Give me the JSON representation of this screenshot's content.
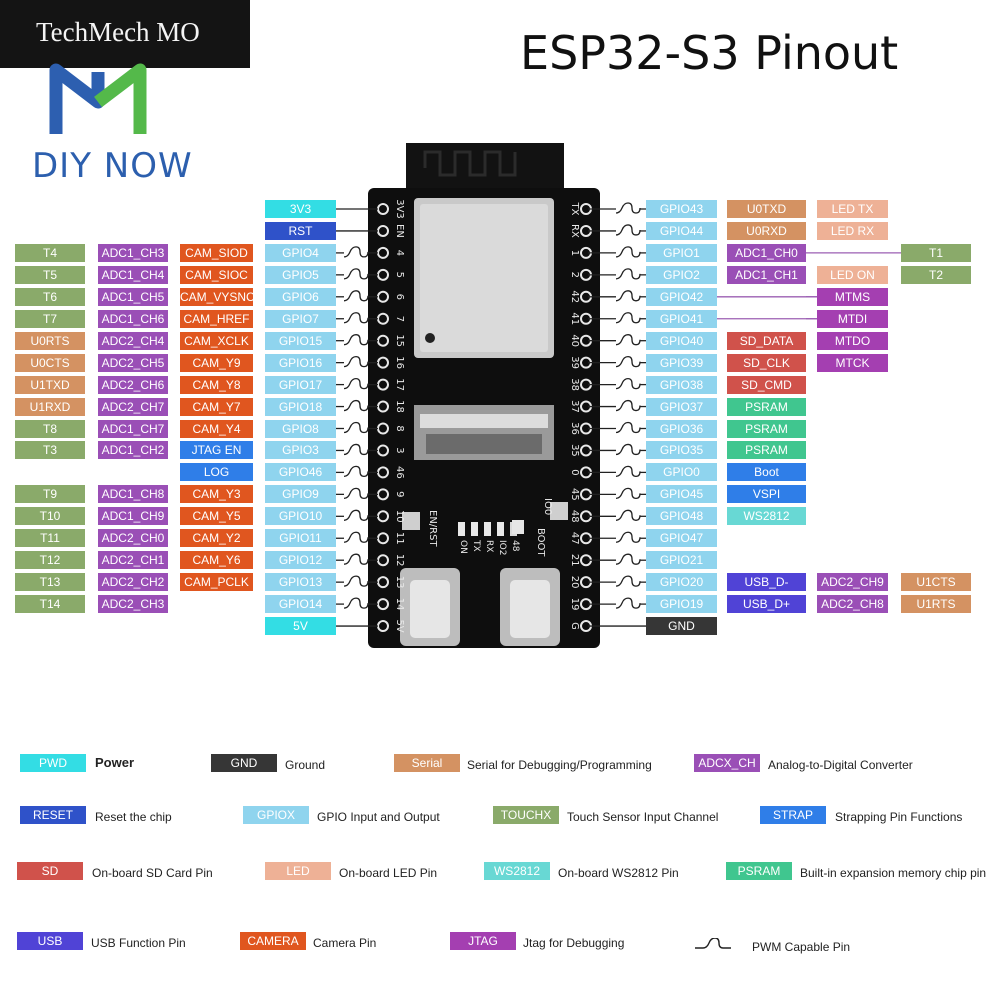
{
  "watermark": "TechMech MO",
  "brand": "DIY NOW",
  "title": "ESP32-S3 Pinout",
  "colors": {
    "power": "#33dde4",
    "reset": "#2f52c9",
    "gpio": "#8fd4ee",
    "touch": "#8aaa6a",
    "adc": "#9a4fb6",
    "camera": "#e0561f",
    "serial": "#d49262",
    "strap": "#2f7ee8",
    "led": "#eeb196",
    "psram": "#40c68f",
    "ws2812": "#68d8d4",
    "usb": "#5043d6",
    "jtag": "#a43fb1",
    "gnd": "#363636",
    "sd": "#d0524b",
    "board": "#111111"
  },
  "board_labels": {
    "left": [
      "3V3",
      "EN",
      "4",
      "5",
      "6",
      "7",
      "15",
      "16",
      "17",
      "18",
      "8",
      "3",
      "46",
      "9",
      "10",
      "11",
      "12",
      "13",
      "14",
      "5V"
    ],
    "right": [
      "TX",
      "RX",
      "1",
      "2",
      "42",
      "41",
      "40",
      "39",
      "38",
      "37",
      "36",
      "35",
      "0",
      "45",
      "48",
      "47",
      "21",
      "20",
      "19",
      "G"
    ],
    "leds": [
      "ON",
      "TX",
      "RX",
      "IO2",
      "48"
    ],
    "buttons": [
      "EN/RST",
      "BOOT",
      "IO0"
    ]
  },
  "left_rows": [
    {
      "gpio": "3V3",
      "role": "power",
      "pwm": false,
      "cells": []
    },
    {
      "gpio": "RST",
      "role": "reset",
      "pwm": false,
      "cells": []
    },
    {
      "gpio": "GPIO4",
      "role": "gpio",
      "pwm": true,
      "cells": [
        {
          "t": "CAM_SIOD",
          "c": "camera"
        },
        {
          "t": "ADC1_CH3",
          "c": "adc"
        },
        {
          "t": "T4",
          "c": "touch"
        }
      ]
    },
    {
      "gpio": "GPIO5",
      "role": "gpio",
      "pwm": true,
      "cells": [
        {
          "t": "CAM_SIOC",
          "c": "camera"
        },
        {
          "t": "ADC1_CH4",
          "c": "adc"
        },
        {
          "t": "T5",
          "c": "touch"
        }
      ]
    },
    {
      "gpio": "GPIO6",
      "role": "gpio",
      "pwm": true,
      "cells": [
        {
          "t": "CAM_VYSNC",
          "c": "camera"
        },
        {
          "t": "ADC1_CH5",
          "c": "adc"
        },
        {
          "t": "T6",
          "c": "touch"
        }
      ]
    },
    {
      "gpio": "GPIO7",
      "role": "gpio",
      "pwm": true,
      "cells": [
        {
          "t": "CAM_HREF",
          "c": "camera"
        },
        {
          "t": "ADC1_CH6",
          "c": "adc"
        },
        {
          "t": "T7",
          "c": "touch"
        }
      ]
    },
    {
      "gpio": "GPIO15",
      "role": "gpio",
      "pwm": true,
      "cells": [
        {
          "t": "CAM_XCLK",
          "c": "camera"
        },
        {
          "t": "ADC2_CH4",
          "c": "adc"
        },
        {
          "t": "U0RTS",
          "c": "serial"
        }
      ]
    },
    {
      "gpio": "GPIO16",
      "role": "gpio",
      "pwm": true,
      "cells": [
        {
          "t": "CAM_Y9",
          "c": "camera"
        },
        {
          "t": "ADC2_CH5",
          "c": "adc"
        },
        {
          "t": "U0CTS",
          "c": "serial"
        }
      ]
    },
    {
      "gpio": "GPIO17",
      "role": "gpio",
      "pwm": true,
      "cells": [
        {
          "t": "CAM_Y8",
          "c": "camera"
        },
        {
          "t": "ADC2_CH6",
          "c": "adc"
        },
        {
          "t": "U1TXD",
          "c": "serial"
        }
      ]
    },
    {
      "gpio": "GPIO18",
      "role": "gpio",
      "pwm": true,
      "cells": [
        {
          "t": "CAM_Y7",
          "c": "camera"
        },
        {
          "t": "ADC2_CH7",
          "c": "adc"
        },
        {
          "t": "U1RXD",
          "c": "serial"
        }
      ]
    },
    {
      "gpio": "GPIO8",
      "role": "gpio",
      "pwm": true,
      "cells": [
        {
          "t": "CAM_Y4",
          "c": "camera"
        },
        {
          "t": "ADC1_CH7",
          "c": "adc"
        },
        {
          "t": "T8",
          "c": "touch"
        }
      ]
    },
    {
      "gpio": "GPIO3",
      "role": "gpio",
      "pwm": true,
      "cells": [
        {
          "t": "JTAG EN",
          "c": "strap"
        },
        {
          "t": "ADC1_CH2",
          "c": "adc"
        },
        {
          "t": "T3",
          "c": "touch"
        }
      ]
    },
    {
      "gpio": "GPIO46",
      "role": "gpio",
      "pwm": true,
      "cells": [
        {
          "t": "LOG",
          "c": "strap"
        }
      ]
    },
    {
      "gpio": "GPIO9",
      "role": "gpio",
      "pwm": true,
      "cells": [
        {
          "t": "CAM_Y3",
          "c": "camera"
        },
        {
          "t": "ADC1_CH8",
          "c": "adc"
        },
        {
          "t": "T9",
          "c": "touch"
        }
      ]
    },
    {
      "gpio": "GPIO10",
      "role": "gpio",
      "pwm": true,
      "cells": [
        {
          "t": "CAM_Y5",
          "c": "camera"
        },
        {
          "t": "ADC1_CH9",
          "c": "adc"
        },
        {
          "t": "T10",
          "c": "touch"
        }
      ]
    },
    {
      "gpio": "GPIO11",
      "role": "gpio",
      "pwm": true,
      "cells": [
        {
          "t": "CAM_Y2",
          "c": "camera"
        },
        {
          "t": "ADC2_CH0",
          "c": "adc"
        },
        {
          "t": "T11",
          "c": "touch"
        }
      ]
    },
    {
      "gpio": "GPIO12",
      "role": "gpio",
      "pwm": true,
      "cells": [
        {
          "t": "CAM_Y6",
          "c": "camera"
        },
        {
          "t": "ADC2_CH1",
          "c": "adc"
        },
        {
          "t": "T12",
          "c": "touch"
        }
      ]
    },
    {
      "gpio": "GPIO13",
      "role": "gpio",
      "pwm": true,
      "cells": [
        {
          "t": "CAM_PCLK",
          "c": "camera"
        },
        {
          "t": "ADC2_CH2",
          "c": "adc"
        },
        {
          "t": "T13",
          "c": "touch"
        }
      ]
    },
    {
      "gpio": "GPIO14",
      "role": "gpio",
      "pwm": true,
      "cells": [
        {
          "t": "",
          "c": "none"
        },
        {
          "t": "ADC2_CH3",
          "c": "adc"
        },
        {
          "t": "T14",
          "c": "touch"
        }
      ]
    },
    {
      "gpio": "5V",
      "role": "power",
      "pwm": false,
      "cells": []
    }
  ],
  "right_rows": [
    {
      "gpio": "GPIO43",
      "role": "gpio",
      "pwm": true,
      "cells": [
        {
          "t": "U0TXD",
          "c": "serial"
        },
        {
          "t": "LED TX",
          "c": "led"
        }
      ]
    },
    {
      "gpio": "GPIO44",
      "role": "gpio",
      "pwm": true,
      "cells": [
        {
          "t": "U0RXD",
          "c": "serial"
        },
        {
          "t": "LED RX",
          "c": "led"
        }
      ]
    },
    {
      "gpio": "GPIO1",
      "role": "gpio",
      "pwm": true,
      "cells": [
        {
          "t": "ADC1_CH0",
          "c": "adc"
        },
        {
          "t": "",
          "c": "line"
        },
        {
          "t": "T1",
          "c": "touch"
        }
      ]
    },
    {
      "gpio": "GPIO2",
      "role": "gpio",
      "pwm": true,
      "cells": [
        {
          "t": "ADC1_CH1",
          "c": "adc"
        },
        {
          "t": "LED ON",
          "c": "led"
        },
        {
          "t": "T2",
          "c": "touch"
        }
      ]
    },
    {
      "gpio": "GPIO42",
      "role": "gpio",
      "pwm": true,
      "cells": [
        {
          "t": "",
          "c": "line"
        },
        {
          "t": "MTMS",
          "c": "jtag"
        }
      ]
    },
    {
      "gpio": "GPIO41",
      "role": "gpio",
      "pwm": true,
      "cells": [
        {
          "t": "",
          "c": "line"
        },
        {
          "t": "MTDI",
          "c": "jtag"
        }
      ]
    },
    {
      "gpio": "GPIO40",
      "role": "gpio",
      "pwm": true,
      "cells": [
        {
          "t": "SD_DATA",
          "c": "sd"
        },
        {
          "t": "MTDO",
          "c": "jtag"
        }
      ]
    },
    {
      "gpio": "GPIO39",
      "role": "gpio",
      "pwm": true,
      "cells": [
        {
          "t": "SD_CLK",
          "c": "sd"
        },
        {
          "t": "MTCK",
          "c": "jtag"
        }
      ]
    },
    {
      "gpio": "GPIO38",
      "role": "gpio",
      "pwm": true,
      "cells": [
        {
          "t": "SD_CMD",
          "c": "sd"
        }
      ]
    },
    {
      "gpio": "GPIO37",
      "role": "gpio",
      "pwm": true,
      "cells": [
        {
          "t": "PSRAM",
          "c": "psram"
        }
      ]
    },
    {
      "gpio": "GPIO36",
      "role": "gpio",
      "pwm": true,
      "cells": [
        {
          "t": "PSRAM",
          "c": "psram"
        }
      ]
    },
    {
      "gpio": "GPIO35",
      "role": "gpio",
      "pwm": true,
      "cells": [
        {
          "t": "PSRAM",
          "c": "psram"
        }
      ]
    },
    {
      "gpio": "GPIO0",
      "role": "gpio",
      "pwm": true,
      "cells": [
        {
          "t": "Boot",
          "c": "strap"
        }
      ]
    },
    {
      "gpio": "GPIO45",
      "role": "gpio",
      "pwm": true,
      "cells": [
        {
          "t": "VSPI",
          "c": "strap"
        }
      ]
    },
    {
      "gpio": "GPIO48",
      "role": "gpio",
      "pwm": true,
      "cells": [
        {
          "t": "WS2812",
          "c": "ws2812"
        }
      ]
    },
    {
      "gpio": "GPIO47",
      "role": "gpio",
      "pwm": true,
      "cells": []
    },
    {
      "gpio": "GPIO21",
      "role": "gpio",
      "pwm": true,
      "cells": []
    },
    {
      "gpio": "GPIO20",
      "role": "gpio",
      "pwm": true,
      "cells": [
        {
          "t": "USB_D-",
          "c": "usb"
        },
        {
          "t": "ADC2_CH9",
          "c": "adc"
        },
        {
          "t": "U1CTS",
          "c": "serial"
        }
      ]
    },
    {
      "gpio": "GPIO19",
      "role": "gpio",
      "pwm": true,
      "cells": [
        {
          "t": "USB_D+",
          "c": "usb"
        },
        {
          "t": "ADC2_CH8",
          "c": "adc"
        },
        {
          "t": "U1RTS",
          "c": "serial"
        }
      ]
    },
    {
      "gpio": "GND",
      "role": "gnd",
      "pwm": false,
      "cells": []
    }
  ],
  "legend": [
    {
      "key": "PWD",
      "c": "power",
      "text": "Power",
      "bold": true
    },
    {
      "key": "GND",
      "c": "gnd",
      "text": "Ground"
    },
    {
      "key": "Serial",
      "c": "serial",
      "text": "Serial for Debugging/Programming"
    },
    {
      "key": "ADCX_CH",
      "c": "adc",
      "text": "Analog-to-Digital Converter"
    },
    {
      "key": "RESET",
      "c": "reset",
      "text": "Reset the chip"
    },
    {
      "key": "GPIOX",
      "c": "gpio",
      "text": "GPIO Input and Output"
    },
    {
      "key": "TOUCHX",
      "c": "touch",
      "text": "Touch Sensor Input Channel"
    },
    {
      "key": "STRAP",
      "c": "strap",
      "text": "Strapping Pin Functions"
    },
    {
      "key": "SD",
      "c": "sd",
      "text": "On-board SD Card Pin"
    },
    {
      "key": "LED",
      "c": "led",
      "text": "On-board LED Pin"
    },
    {
      "key": "WS2812",
      "c": "ws2812",
      "text": "On-board WS2812 Pin"
    },
    {
      "key": "PSRAM",
      "c": "psram",
      "text": "Built-in expansion memory chip pin"
    },
    {
      "key": "USB",
      "c": "usb",
      "text": "USB Function Pin"
    },
    {
      "key": "CAMERA",
      "c": "camera",
      "text": "Camera Pin"
    },
    {
      "key": "JTAG",
      "c": "jtag",
      "text": "Jtag for Debugging"
    },
    {
      "key": "",
      "c": "pwm",
      "text": "PWM Capable Pin"
    }
  ]
}
